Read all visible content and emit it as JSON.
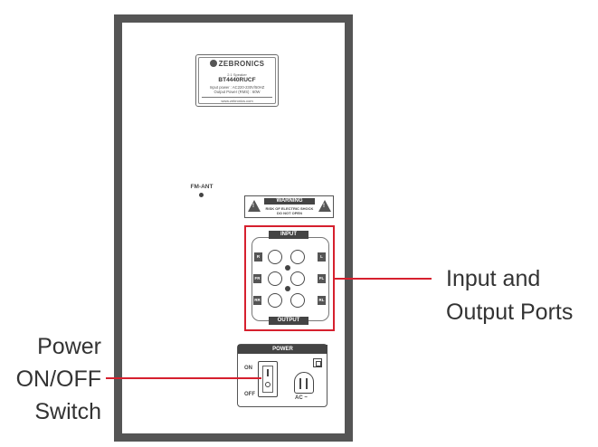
{
  "label": {
    "brand": "ZEBRONICS",
    "product_type": "2.1 Speaker",
    "model": "BT4440RUCF",
    "input_power": "Input power : AC220-230V/50HZ",
    "output_power": "Output Power (RMS) : 60W",
    "website": "www.zebronics.com"
  },
  "fm_antenna": {
    "label": "FM-ANT"
  },
  "warning": {
    "title": "WARNING",
    "line1": "RISK OF ELECTRIC SHOCK",
    "line2": "DO NOT OPEN"
  },
  "ports": {
    "input_label": "INPUT",
    "output_label": "OUTPUT",
    "left_tags": [
      "R",
      "FR",
      "RR"
    ],
    "right_tags": [
      "L",
      "FL",
      "RL"
    ]
  },
  "power": {
    "title": "POWER",
    "on_label": "ON",
    "off_label": "OFF",
    "ac_label": "AC ~"
  },
  "callouts": {
    "ports_line1": "Input and",
    "ports_line2": "Output Ports",
    "power_line1": "Power",
    "power_line2": "ON/OFF",
    "power_line3": "Switch"
  },
  "colors": {
    "panel_frame": "#555555",
    "highlight": "#d6202e",
    "tag_fill": "#444444"
  }
}
